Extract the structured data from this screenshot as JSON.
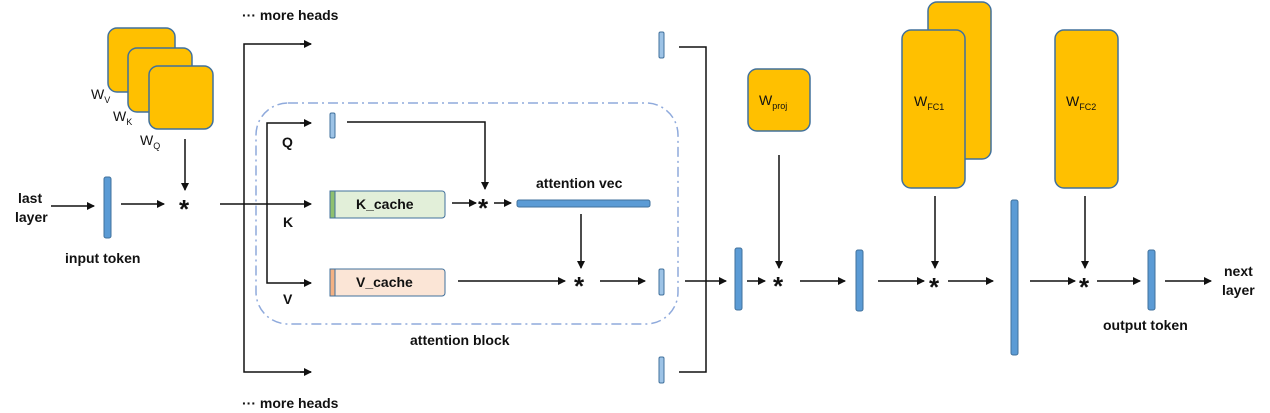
{
  "labels": {
    "more_heads_top": "··· more heads",
    "more_heads_bottom": "··· more heads",
    "last": "last",
    "layer": "layer",
    "input_token": "input token",
    "q": "Q",
    "k": "K",
    "v": "V",
    "k_cache": "K_cache",
    "v_cache": "V_cache",
    "attention_vec": "attention vec",
    "attention_block": "attention block",
    "output_token": "output token",
    "next": "next",
    "next_layer": "layer",
    "mul": "*"
  },
  "weights": {
    "wv": {
      "base": "W",
      "sub": "V"
    },
    "wk": {
      "base": "W",
      "sub": "K"
    },
    "wq": {
      "base": "W",
      "sub": "Q"
    },
    "wproj": {
      "base": "W",
      "sub": "proj"
    },
    "wfc1": {
      "base": "W",
      "sub": "FC1"
    },
    "wfc2": {
      "base": "W",
      "sub": "FC2"
    }
  },
  "colors": {
    "weight": "#ffc000",
    "vector": "#5b9bd5",
    "k_cache": "#e2efd9",
    "k_strip": "#8fc06f",
    "v_cache": "#fbe5d6",
    "v_strip": "#f4b183",
    "block_border": "#8faadc"
  }
}
